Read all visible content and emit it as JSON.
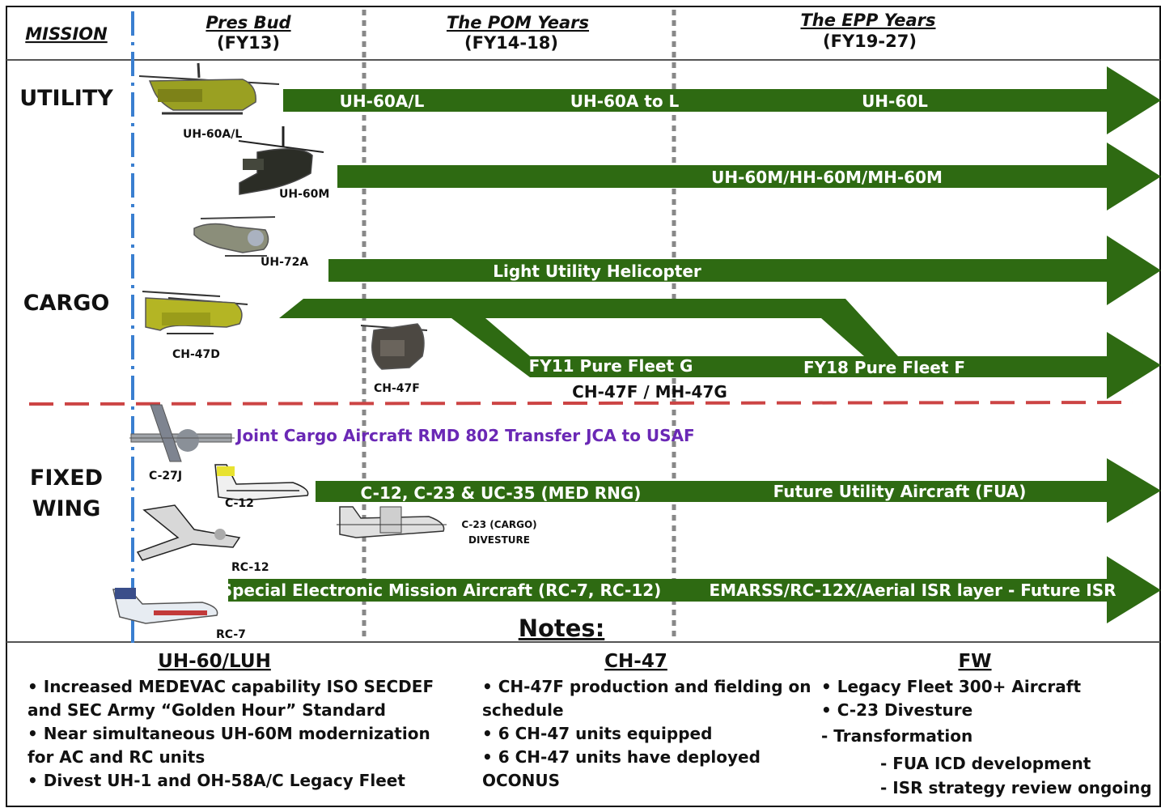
{
  "header": {
    "mission": "MISSION",
    "columns": [
      {
        "title": "Pres Bud",
        "subtitle": "(FY13)"
      },
      {
        "title": "The POM Years",
        "subtitle": "(FY14-18)"
      },
      {
        "title": "The EPP Years",
        "subtitle": "(FY19-27)"
      }
    ]
  },
  "missions": {
    "utility": "UTILITY",
    "cargo": "CARGO",
    "fixed_wing_1": "FIXED",
    "fixed_wing_2": "WING"
  },
  "arrows": {
    "uh60al": {
      "labels": [
        "UH-60A/L",
        "UH-60A to L",
        "UH-60L"
      ]
    },
    "uh60m": {
      "label": "UH-60M/HH-60M/MH-60M"
    },
    "luh": {
      "label": "Light Utility Helicopter"
    },
    "ch47": {
      "labels": [
        "FY11 Pure Fleet G",
        "FY18 Pure Fleet F"
      ],
      "below": "CH-47F / MH-47G"
    },
    "fua": {
      "labels": [
        "C-12, C-23 & UC-35 (MED RNG)",
        "Future Utility Aircraft (FUA)"
      ]
    },
    "isr": {
      "labels": [
        "Special Electronic Mission Aircraft (RC-7, RC-12)",
        "EMARSS/RC-12X/Aerial ISR layer - Future ISR"
      ]
    }
  },
  "jca_text": "Joint Cargo Aircraft RMD 802 Transfer JCA to USAF",
  "aircraft_labels": {
    "uh60al": "UH-60A/L",
    "uh60m": "UH-60M",
    "uh72a": "UH-72A",
    "ch47d": "CH-47D",
    "ch47f": "CH-47F",
    "c27j": "C-27J",
    "c12": "C-12",
    "c23": "C-23 (CARGO)",
    "c23_2": "DIVESTURE",
    "rc12": "RC-12",
    "rc7": "RC-7"
  },
  "notes": {
    "title": "Notes:",
    "uh60": {
      "title": "UH-60/LUH",
      "lines": [
        "•  Increased MEDEVAC capability ISO SECDEF",
        "and SEC Army “Golden Hour” Standard",
        "• Near simultaneous UH-60M modernization",
        "for AC and RC units",
        "• Divest UH-1 and OH-58A/C Legacy Fleet"
      ]
    },
    "ch47": {
      "title": "CH-47",
      "lines": [
        "•  CH-47F production and fielding on",
        "schedule",
        "• 6 CH-47 units equipped",
        "• 6 CH-47 units have deployed",
        "OCONUS"
      ]
    },
    "fw": {
      "title": "FW",
      "lines": [
        "• Legacy Fleet 300+ Aircraft",
        "• C-23 Divesture",
        "- Transformation",
        "- FUA ICD development",
        "- ISR strategy review ongoing"
      ]
    }
  },
  "colors": {
    "arrow": "#2e6a12",
    "divider": "#cc4444",
    "timeline": "#3a7fd0",
    "jca": "#6a28b5"
  }
}
